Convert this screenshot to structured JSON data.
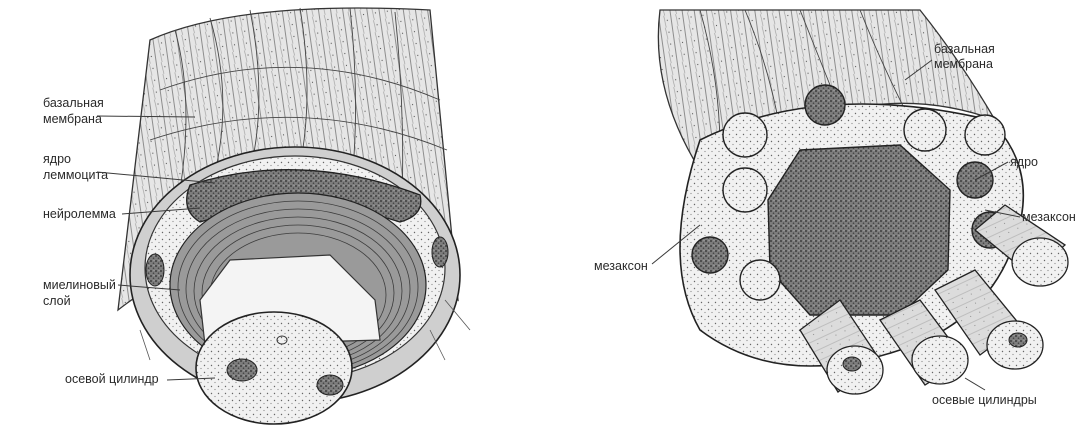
{
  "left_figure": {
    "labels": {
      "basal_membrane": [
        "базальная",
        "мембрана"
      ],
      "lemmocyte_nucleus": [
        "ядро",
        "леммоцита"
      ],
      "neurolemma": "нейролемма",
      "myelin_layer": [
        "миелиновый",
        "слой"
      ],
      "axial_cylinder": "осевой цилиндр"
    }
  },
  "right_figure": {
    "labels": {
      "basal_membrane": [
        "базальная",
        "мембрана"
      ],
      "nucleus": "ядро",
      "mesaxon_right": "мезаксон",
      "mesaxon_left": "мезаксон",
      "axial_cylinders": "осевые цилиндры"
    }
  }
}
